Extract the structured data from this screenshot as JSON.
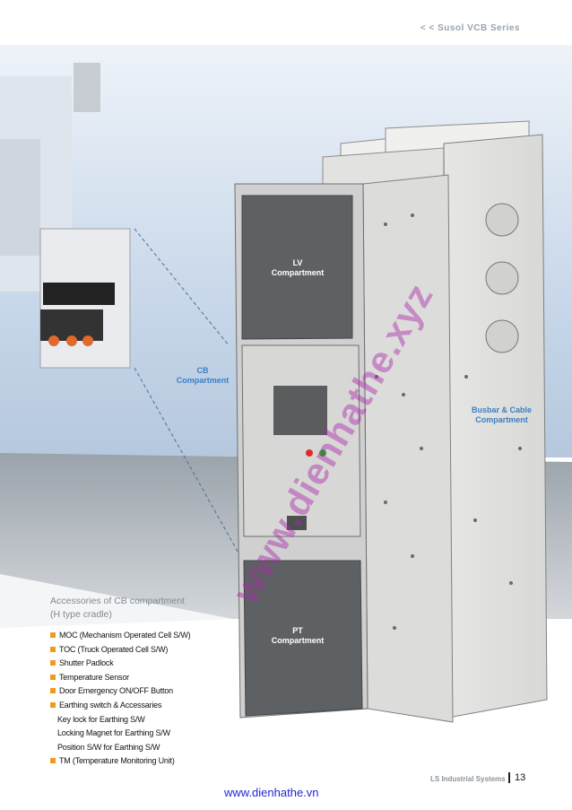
{
  "header": {
    "series": "< <   Susol VCB Series"
  },
  "labels": {
    "lv": [
      "LV",
      "Compartment"
    ],
    "cb": [
      "CB",
      "Compartment"
    ],
    "busbar": [
      "Busbar & Cable",
      "Compartment"
    ],
    "pt": [
      "PT",
      "Compartment"
    ]
  },
  "accessories": {
    "title": [
      "Accessories of CB compartment",
      "(H type cradle)"
    ],
    "items": [
      {
        "text": "MOC (Mechanism Operated Cell S/W)",
        "bullet": true
      },
      {
        "text": "TOC (Truck Operated Cell S/W)",
        "bullet": true
      },
      {
        "text": "Shutter Padlock",
        "bullet": true
      },
      {
        "text": "Temperature Sensor",
        "bullet": true
      },
      {
        "text": "Door Emergency ON/OFF Button",
        "bullet": true
      },
      {
        "text": "Earthing switch & Accessaries",
        "bullet": true
      },
      {
        "text": "Key lock for Earthing S/W",
        "bullet": false
      },
      {
        "text": "Locking Magnet for Earthing S/W",
        "bullet": false
      },
      {
        "text": "Position S/W for Earthing S/W",
        "bullet": false
      },
      {
        "text": "TM (Temperature Monitoring Unit)",
        "bullet": true
      }
    ]
  },
  "footer": {
    "brand": "LS Industrial Systems",
    "page": "13"
  },
  "site": {
    "url": "www.dienhathe.vn"
  },
  "watermark": {
    "text": "www.dienhathe.xyz"
  },
  "colors": {
    "bullet": "#f29a1e",
    "accent_blue": "#3b7fc4",
    "link": "#2424d8"
  }
}
